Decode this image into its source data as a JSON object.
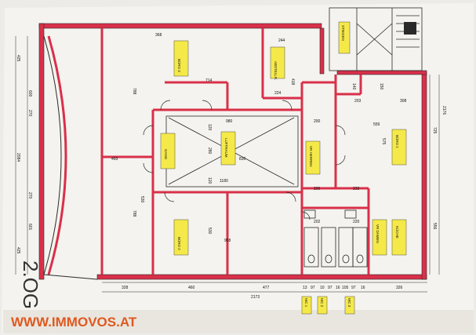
{
  "document": {
    "level_label": "2.OG",
    "watermark": "WWW.IMMOVOS.AT",
    "colors": {
      "wall": "#d9304a",
      "line": "#2a2a2a",
      "tag": "#f5e94a",
      "paper": "#f4f3ef",
      "url": "#e0581f"
    }
  },
  "rooms": {
    "luftraum": "LUFTRAUM",
    "gang": "GANG",
    "abstell": "ABSTELLR.",
    "buero_top": "BÜRO 3",
    "buero_left": "BÜRO 2",
    "buero_right": "BÜRO 1",
    "vorraum": "VR HERREN",
    "kueche": "KÜCHE",
    "wc_damen": "VR DAMEN",
    "wc1": "WC 1",
    "wc2": "WC 2",
    "wc3": "WC 3",
    "stiegen": "STIEGEN"
  },
  "dimensions": {
    "top_368": "368",
    "top_244": "244",
    "d_714": "714",
    "d_224": "224",
    "d_418": "418",
    "d_140": "140",
    "d_150": "150",
    "d_203": "203",
    "d_308": "308",
    "d_980": "980",
    "d_200a": "200",
    "d_559": "559",
    "d_575": "575",
    "d_725": "725",
    "d_2176": "2176",
    "d_788a": "788",
    "d_120a": "120",
    "d_280": "280",
    "d_830": "830",
    "d_493": "493",
    "d_120b": "120",
    "d_1180": "1180",
    "d_200b": "200",
    "d_233": "233",
    "d_530a": "530",
    "d_788b": "788",
    "d_958": "958",
    "d_530b": "530",
    "d_202": "202",
    "d_220": "220",
    "d_556": "556",
    "d_425a": "425",
    "d_600": "600",
    "d_270a": "270",
    "d_425b": "425",
    "d_270b": "270",
    "d_601": "601",
    "d_2084": "2084",
    "bot_328": "328",
    "bot_460": "460",
    "bot_477": "477",
    "bot_13": "13",
    "bot_97a": "97",
    "bot_10": "10",
    "bot_97b": "97",
    "bot_16": "16",
    "bot_105": "105",
    "bot_97c": "97",
    "bot_16b": "16",
    "bot_326": "326",
    "bot_2173": "2173"
  }
}
